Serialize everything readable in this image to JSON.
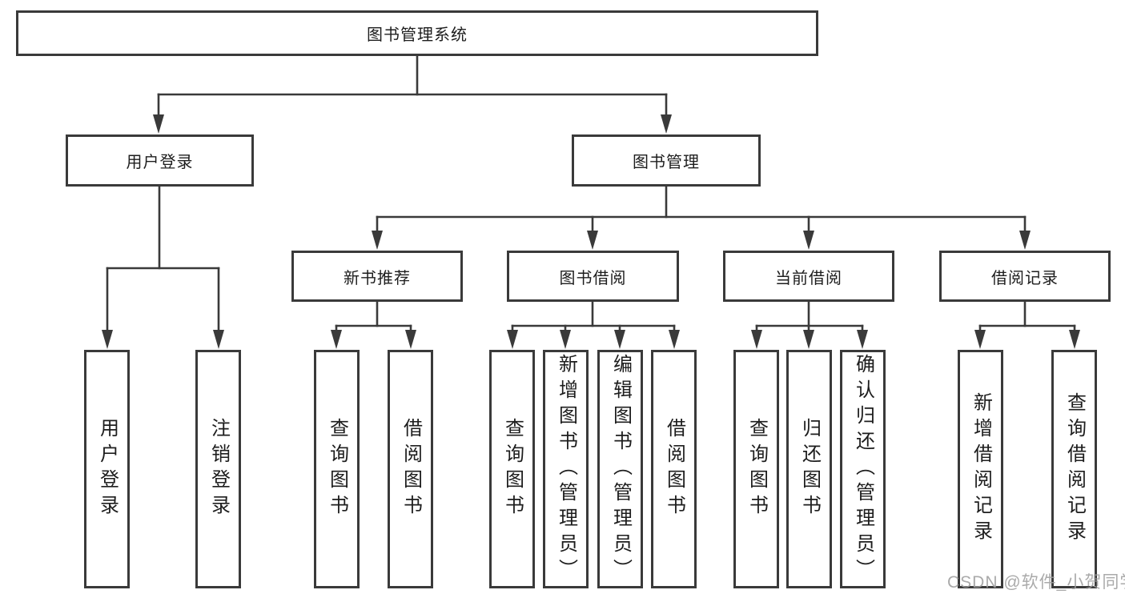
{
  "diagram": {
    "root": {
      "label": "图书管理系统"
    },
    "branches": [
      {
        "label": "用户登录",
        "children": [
          {
            "label": "用户登录"
          },
          {
            "label": "注销登录"
          }
        ]
      },
      {
        "label": "图书管理",
        "children": [
          {
            "label": "新书推荐",
            "children": [
              {
                "label": "查询图书"
              },
              {
                "label": "借阅图书"
              }
            ]
          },
          {
            "label": "图书借阅",
            "children": [
              {
                "label": "查询图书"
              },
              {
                "label": "新增图书（管理员）"
              },
              {
                "label": "编辑图书（管理员）"
              },
              {
                "label": "借阅图书"
              }
            ]
          },
          {
            "label": "当前借阅",
            "children": [
              {
                "label": "查询图书"
              },
              {
                "label": "归还图书"
              },
              {
                "label": "确认归还（管理员）"
              }
            ]
          },
          {
            "label": "借阅记录",
            "children": [
              {
                "label": "新增借阅记录"
              },
              {
                "label": "查询借阅记录"
              }
            ]
          }
        ]
      }
    ],
    "watermark": "CSDN @软件_小贺同学",
    "colors": {
      "line": "#3a3a3a",
      "text": "#1d1d1d",
      "watermark": "#b0b0b0",
      "background": "#ffffff"
    }
  }
}
